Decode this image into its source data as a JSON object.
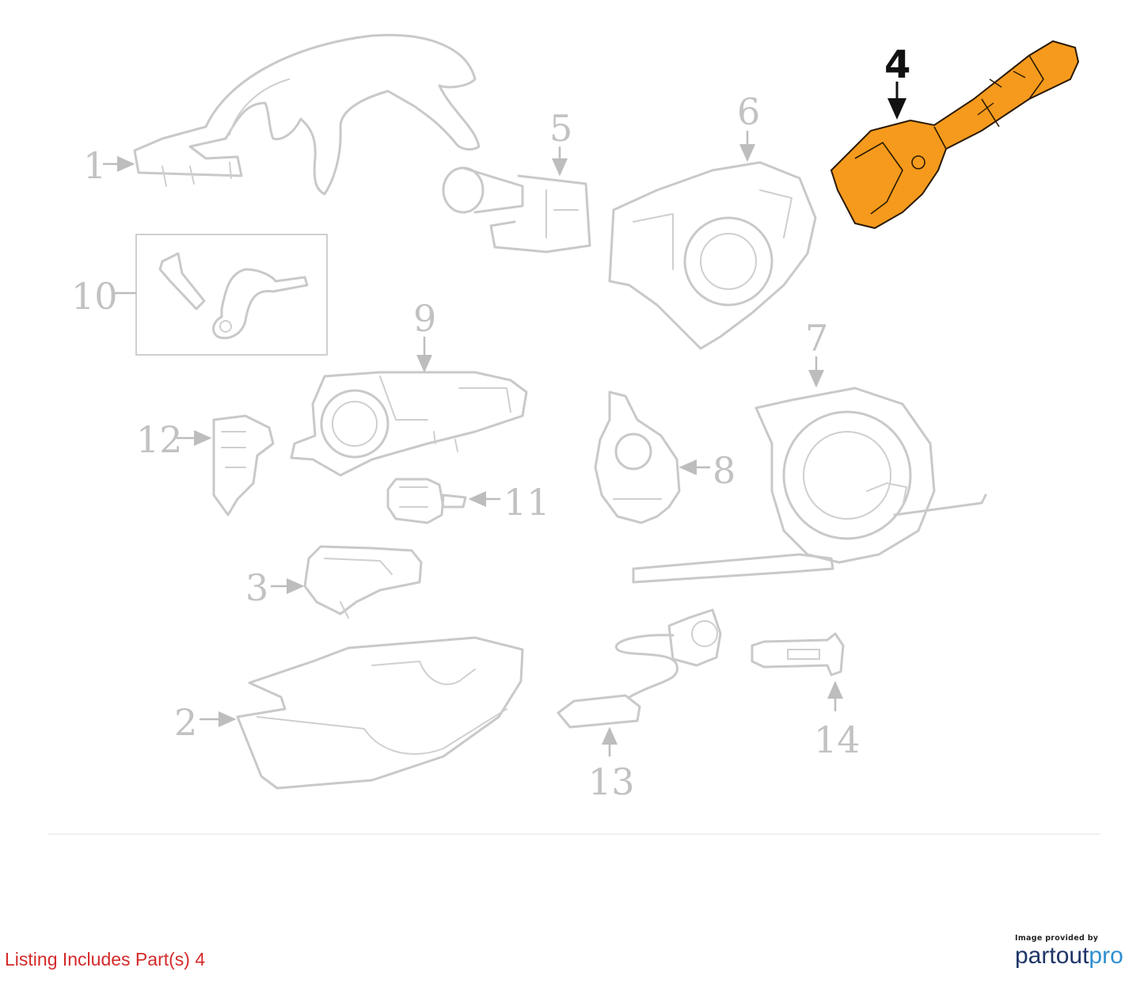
{
  "callouts": {
    "c1": "1",
    "c2": "2",
    "c3": "3",
    "c4": "4",
    "c5": "5",
    "c6": "6",
    "c7": "7",
    "c8": "8",
    "c9": "9",
    "c10": "10",
    "c11": "11",
    "c12": "12",
    "c13": "13",
    "c14": "14"
  },
  "highlighted_part": "4",
  "colors": {
    "highlight_fill": "#f59a1d",
    "highlight_stroke": "#2a1a00",
    "line_gray": "#c9c9c9",
    "caption_red": "#d42a2a"
  },
  "footer": {
    "caption": "Listing Includes Part(s) 4"
  },
  "credit": {
    "small_text": "Image provided by",
    "brand_part1": "partout",
    "brand_part2": "pro"
  }
}
